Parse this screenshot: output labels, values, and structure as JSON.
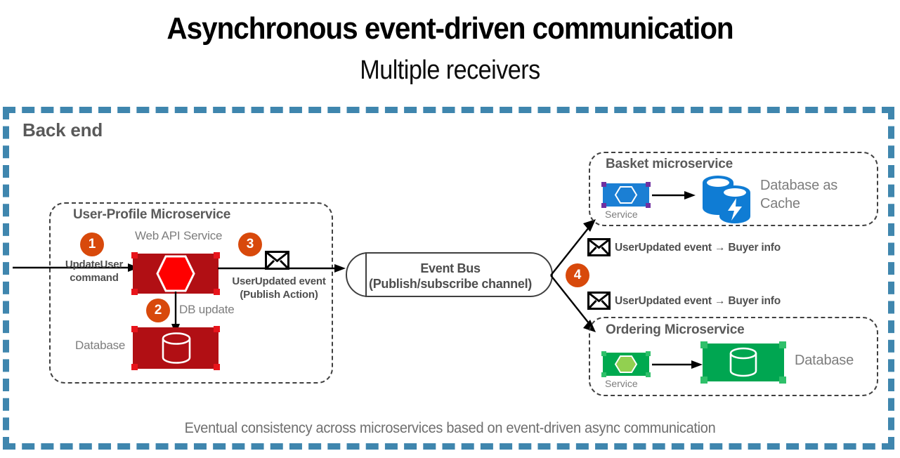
{
  "header": {
    "title": "Asynchronous event-driven communication",
    "subtitle": "Multiple receivers"
  },
  "backend": {
    "label": "Back end",
    "border_color": "#3f86ae",
    "caption": "Eventual consistency across microservices based on event-driven async communication"
  },
  "colors": {
    "badge_orange": "#d8490b",
    "red_service": "#b10f14",
    "red_hexagon": "#ff0000",
    "blue_service": "#1b7fd4",
    "purple_corner": "#7030a0",
    "green_service": "#00a94f",
    "green_hexagon": "#92d050",
    "group_border": "#404040",
    "text_gray": "#5a5a5a"
  },
  "user_profile": {
    "title": "User-Profile Microservice",
    "web_api_label": "Web API Service",
    "database_label": "Database",
    "db_update_label": "DB update",
    "incoming_command": "UpdateUser\ncommand",
    "incoming_command_line1": "UpdateUser",
    "incoming_command_line2": "command",
    "outgoing_event_line1": "UserUpdated event",
    "outgoing_event_line2": "(Publish Action)",
    "badges": {
      "one": "1",
      "two": "2",
      "three": "3"
    }
  },
  "event_bus": {
    "title": "Event Bus",
    "subtitle": "(Publish/subscribe channel)",
    "fanout_badge": "4"
  },
  "subscriptions": [
    {
      "icon": "envelope-icon",
      "label": "UserUpdated event → Buyer info"
    },
    {
      "icon": "envelope-icon",
      "label": "UserUpdated event → Buyer info"
    }
  ],
  "basket": {
    "title": "Basket microservice",
    "service_label": "Service",
    "store_label_line1": "Database as",
    "store_label_line2": "Cache",
    "store_icon": "database-cache-icon"
  },
  "ordering": {
    "title": "Ordering Microservice",
    "service_label": "Service",
    "store_label": "Database",
    "store_icon": "database-icon"
  }
}
